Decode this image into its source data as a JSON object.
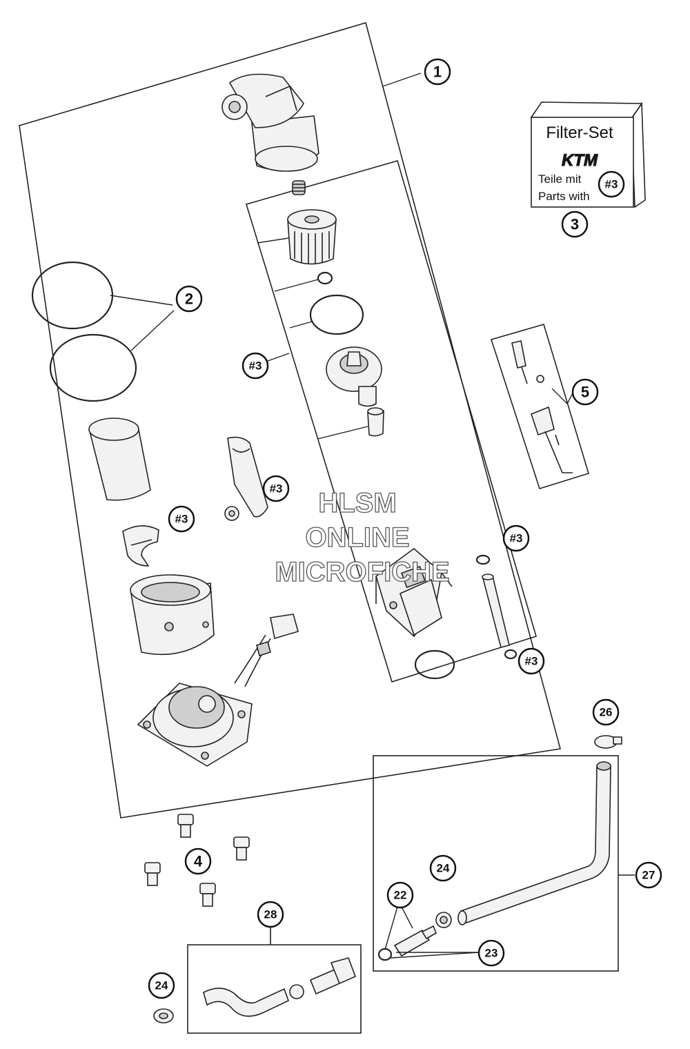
{
  "callouts": [
    {
      "id": "1",
      "label": "1"
    },
    {
      "id": "2",
      "label": "2"
    },
    {
      "id": "3",
      "label": "3"
    },
    {
      "id": "4",
      "label": "4"
    },
    {
      "id": "5",
      "label": "5"
    },
    {
      "id": "22",
      "label": "22"
    },
    {
      "id": "23",
      "label": "23"
    },
    {
      "id": "24a",
      "label": "24"
    },
    {
      "id": "24b",
      "label": "24"
    },
    {
      "id": "26",
      "label": "26"
    },
    {
      "id": "27",
      "label": "27"
    },
    {
      "id": "28",
      "label": "28"
    }
  ],
  "set_refs": [
    {
      "id": "r1",
      "label": "#3"
    },
    {
      "id": "r2",
      "label": "#3"
    },
    {
      "id": "r3",
      "label": "#3"
    },
    {
      "id": "r4",
      "label": "#3"
    },
    {
      "id": "r5",
      "label": "#3"
    }
  ],
  "filter_box": {
    "title": "Filter-Set",
    "brand": "KTM",
    "line1": "Teile mit",
    "line2": "Parts with",
    "ref": "#3"
  },
  "watermark": {
    "line1": "HLSM",
    "line2": "ONLINE",
    "line3": "MICROFICHE"
  }
}
